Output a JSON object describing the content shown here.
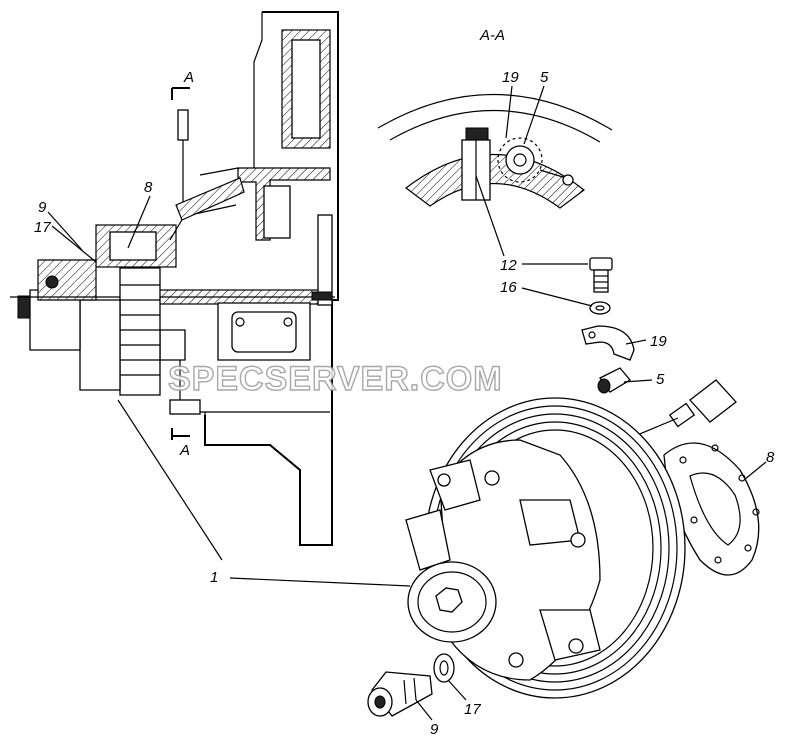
{
  "section_title": "A-A",
  "section_marks": {
    "top": "A",
    "bottom": "A"
  },
  "watermark": "SPECSERVER.COM",
  "callouts": {
    "c9_left": "9",
    "c17_left": "17",
    "c8_left": "8",
    "c1": "1",
    "c19_sec": "19",
    "c5_sec": "5",
    "c12": "12",
    "c16": "16",
    "c19": "19",
    "c5": "5",
    "c8_right": "8",
    "c9_bottom": "9",
    "c17_bottom": "17"
  },
  "colors": {
    "ink": "#000000",
    "paper": "#ffffff",
    "watermark": "#9a9a9a"
  }
}
